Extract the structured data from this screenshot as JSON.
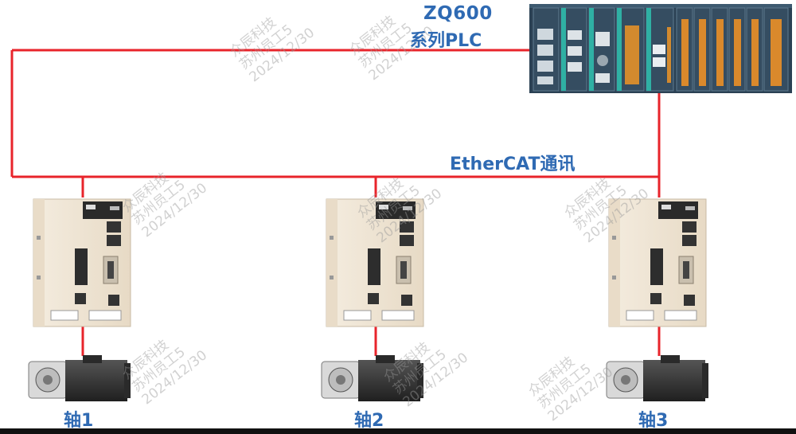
{
  "plc": {
    "title_line1": "ZQ600",
    "title_line2": "系列PLC"
  },
  "network": {
    "label": "EtherCAT通讯",
    "line_color": "#e8242b"
  },
  "axes": [
    {
      "label": "轴1"
    },
    {
      "label": "轴2"
    },
    {
      "label": "轴3"
    }
  ],
  "watermark": {
    "line1": "众辰科技",
    "line2": "苏州员工5",
    "line3": "2024/12/30"
  },
  "colors": {
    "label_blue": "#2f6ab3",
    "plc_body": "#2b4154",
    "plc_accent": "#2fb0a4",
    "drive_body": "#efe4d2",
    "motor_body": "#3a3a3a"
  }
}
